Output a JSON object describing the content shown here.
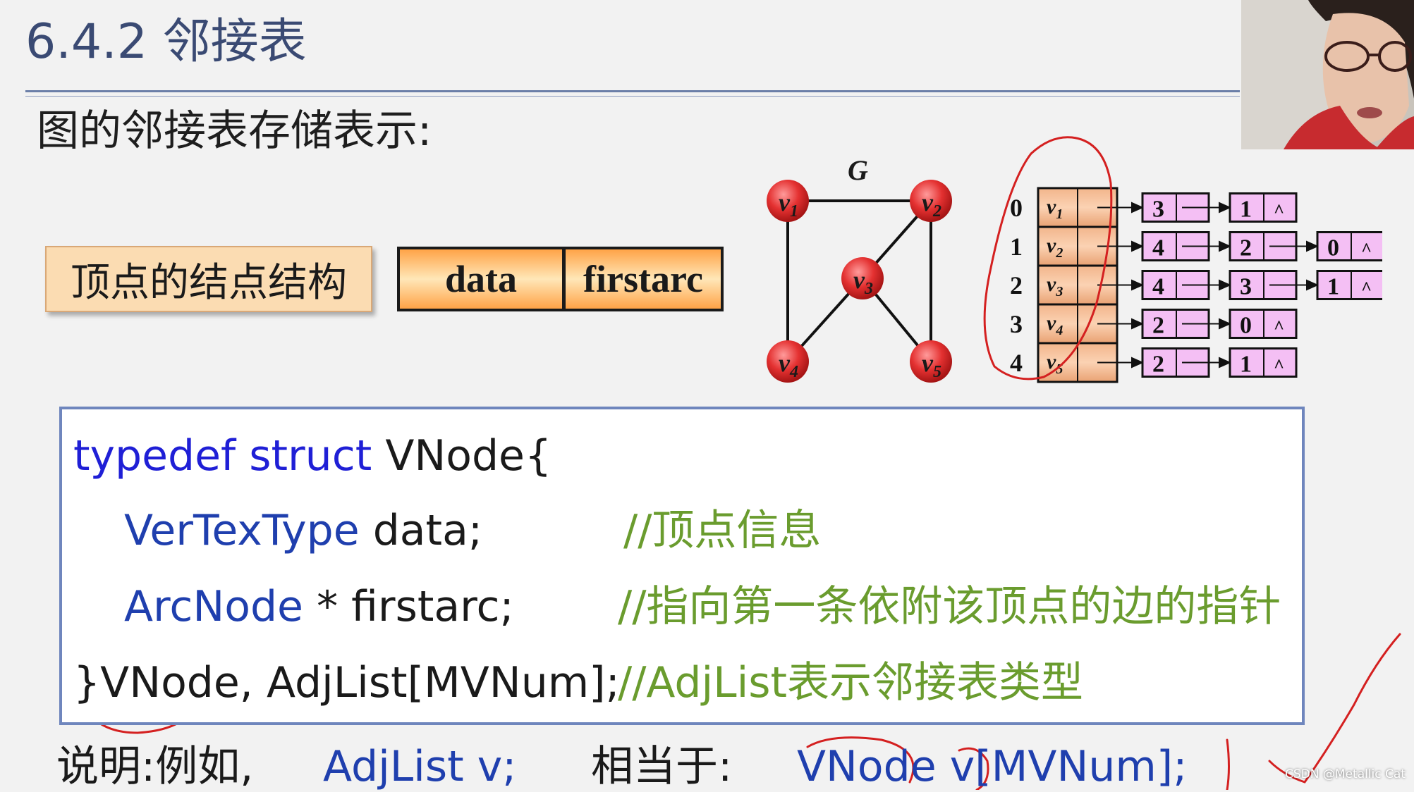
{
  "title": "6.4.2 邻接表",
  "subtitle": "图的邻接表存储表示:",
  "vertex_structure": {
    "label": "顶点的结点结构",
    "fields": [
      "data",
      "firstarc"
    ]
  },
  "graph": {
    "name": "G",
    "vertices": [
      {
        "base": "v",
        "sub": "1"
      },
      {
        "base": "v",
        "sub": "2"
      },
      {
        "base": "v",
        "sub": "3"
      },
      {
        "base": "v",
        "sub": "4"
      },
      {
        "base": "v",
        "sub": "5"
      }
    ]
  },
  "adjacency_list": {
    "indices": [
      "0",
      "1",
      "2",
      "3",
      "4"
    ],
    "rows": [
      {
        "vertex": "v",
        "sub": "1",
        "adj": [
          "3",
          "1"
        ]
      },
      {
        "vertex": "v",
        "sub": "2",
        "adj": [
          "4",
          "2",
          "0"
        ]
      },
      {
        "vertex": "v",
        "sub": "3",
        "adj": [
          "4",
          "3",
          "1"
        ]
      },
      {
        "vertex": "v",
        "sub": "4",
        "adj": [
          "2",
          "0"
        ]
      },
      {
        "vertex": "v",
        "sub": "5",
        "adj": [
          "2",
          "1"
        ]
      }
    ],
    "null_symbol": "^"
  },
  "code": {
    "line1": {
      "keyword": "typedef struct",
      "name": "VNode{"
    },
    "line2": {
      "type": "VerTexType",
      "field": "data;",
      "comment": "//顶点信息"
    },
    "line3": {
      "type": "ArcNode",
      "field": "* firstarc;",
      "comment": "//指向第一条依附该顶点的边的指针"
    },
    "line4": {
      "text": "}VNode, AdjList[MVNum];",
      "comment": "//AdjList表示邻接表类型"
    }
  },
  "note": {
    "prefix": "说明:例如,",
    "example": "AdjList v;",
    "equiv_label": "相当于:",
    "equiv_value": "VNode v[MVNum];"
  },
  "watermark": "CSDN @Metallic Cat",
  "colors": {
    "title": "#3a4a73",
    "vertex_red": "#e32b2b",
    "cell_orange": "#ffa347",
    "list_pink": "#f4bff4",
    "code_border": "#6f86bd",
    "comment_green": "#6a9c2e",
    "annotation_red": "#d42020"
  }
}
